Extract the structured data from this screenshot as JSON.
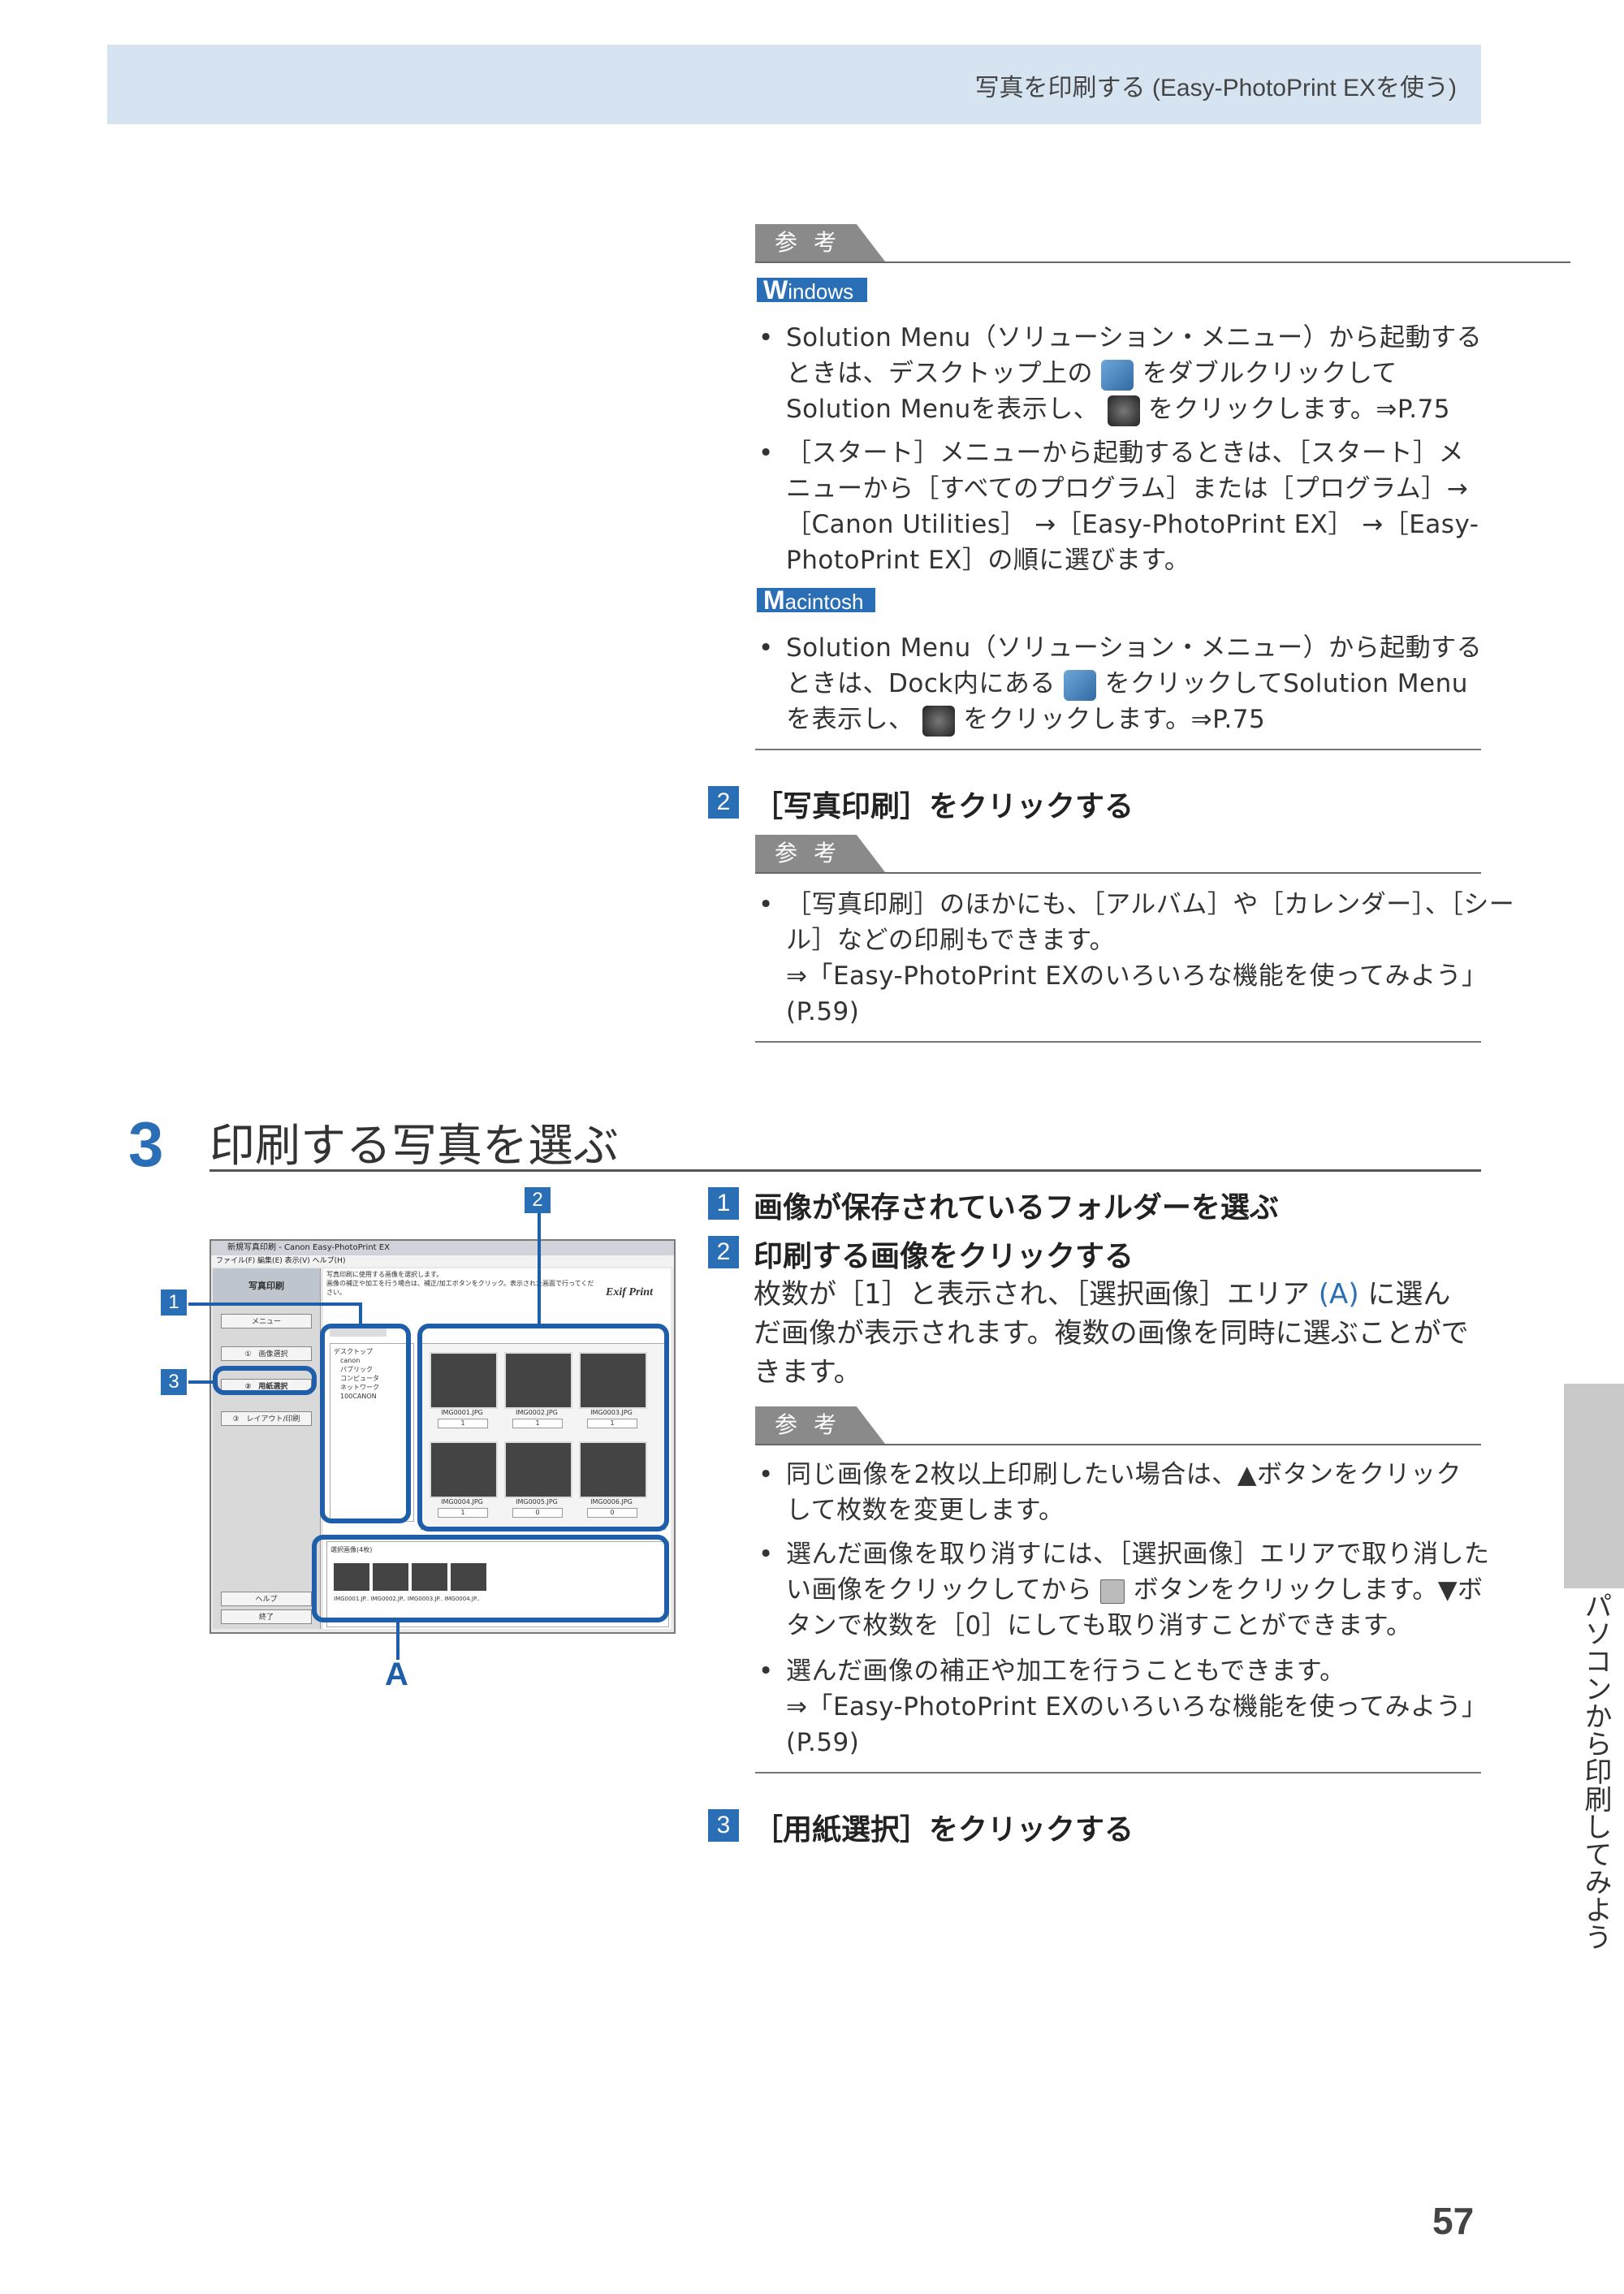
{
  "header": {
    "title": "写真を印刷する (Easy-PhotoPrint EXを使う)"
  },
  "sankou_label": "参考",
  "windows_badge": {
    "first": "W",
    "rest": "indows"
  },
  "mac_badge": {
    "first": "M",
    "rest": "acintosh"
  },
  "notes_top": {
    "win_1": [
      "Solution Menu（ソリューション・メニュー）から起動する",
      "ときは、デスクトップ上の",
      "をダブルクリックして",
      "Solution Menuを表示し、",
      "をクリックします。⇒P.75"
    ],
    "win_2": [
      "［スタート］メニューから起動するときは、［スタート］メ",
      "ニューから［すべてのプログラム］または［プログラム］→",
      "［Canon Utilities］ →［Easy-PhotoPrint EX］ →［Easy-",
      "PhotoPrint EX］の順に選びます。"
    ],
    "mac_1": [
      "Solution Menu（ソリューション・メニュー）から起動する",
      "ときは、Dock内にある",
      "をクリックしてSolution Menu",
      "を表示し、",
      "をクリックします。⇒P.75"
    ]
  },
  "bullet": "•",
  "step2": {
    "num": "2",
    "title": "［写真印刷］をクリックする",
    "note": [
      "［写真印刷］のほかにも、［アルバム］や［カレンダー］、［シー",
      "ル］などの印刷もできます。",
      "⇒「Easy-PhotoPrint EXのいろいろな機能を使ってみよう」",
      "(P.59)"
    ]
  },
  "section3": {
    "num": "3",
    "title": "印刷する写真を選ぶ"
  },
  "steps3": {
    "s1": {
      "num": "1",
      "title": "画像が保存されているフォルダーを選ぶ"
    },
    "s2": {
      "num": "2",
      "title": "印刷する画像をクリックする",
      "body": [
        "枚数が［1］と表示され、［選択画像］エリア",
        "(A)",
        "に選ん",
        "だ画像が表示されます。複数の画像を同時に選ぶことがで",
        "きます。"
      ]
    },
    "notes": {
      "n1": [
        "同じ画像を2枚以上印刷したい場合は、▲ボタンをクリック",
        "して枚数を変更します。"
      ],
      "n2": [
        "選んだ画像を取り消すには、［選択画像］エリアで取り消した",
        "い画像をクリックしてから",
        "ボタンをクリックします。▼ボ",
        "タンで枚数を［0］にしても取り消すことができます。"
      ],
      "n3": [
        "選んだ画像の補正や加工を行うこともできます。",
        "⇒「Easy-PhotoPrint EXのいろいろな機能を使ってみよう」",
        "(P.59)"
      ]
    },
    "s3": {
      "num": "3",
      "title": "［用紙選択］をクリックする"
    }
  },
  "screenshot": {
    "window_title": "新規写真印刷 - Canon Easy-PhotoPrint EX",
    "menu": "ファイル(F)   編集(E)   表示(V)   ヘルプ(H)",
    "left_title": "写真印刷",
    "btn_menu": "メニュー",
    "btn_image_select": "①　画像選択",
    "btn_paper_select": "②　用紙選択",
    "btn_layout_print": "③　レイアウト/印刷",
    "btn_help": "ヘルプ",
    "btn_exit": "終了",
    "instructions": [
      "写真印刷に使用する画像を選択します。",
      "画像の補正や加工を行う場合は、補正/加工ボタンをクリック。表示された画面で行ってください。"
    ],
    "logo": "Exif Print",
    "tree": [
      "デスクトップ",
      "canon",
      "パブリック",
      "コンピュータ",
      "ネットワーク",
      "100CANON"
    ],
    "thumbs": [
      "IMG0001.JPG",
      "IMG0002.JPG",
      "IMG0003.JPG",
      "IMG0004.JPG",
      "IMG0005.JPG",
      "IMG0006.JPG"
    ],
    "thumb_counts": [
      "1",
      "1",
      "1",
      "1",
      "0",
      "0"
    ],
    "selected_label": "選択画像(4枚)",
    "selected_files": "IMG0001.JP..  IMG0002.JP..  IMG0003.JP..  IMG0004.JP.."
  },
  "callouts": {
    "c1": "1",
    "c2": "2",
    "c3": "3",
    "A": "A"
  },
  "side_tab": "パソコンから印刷してみよう",
  "page_number": "57",
  "colors": {
    "accent": "#2a6fb5",
    "header_band": "#d6e4f2",
    "gray_tag": "#8a8a8a"
  }
}
